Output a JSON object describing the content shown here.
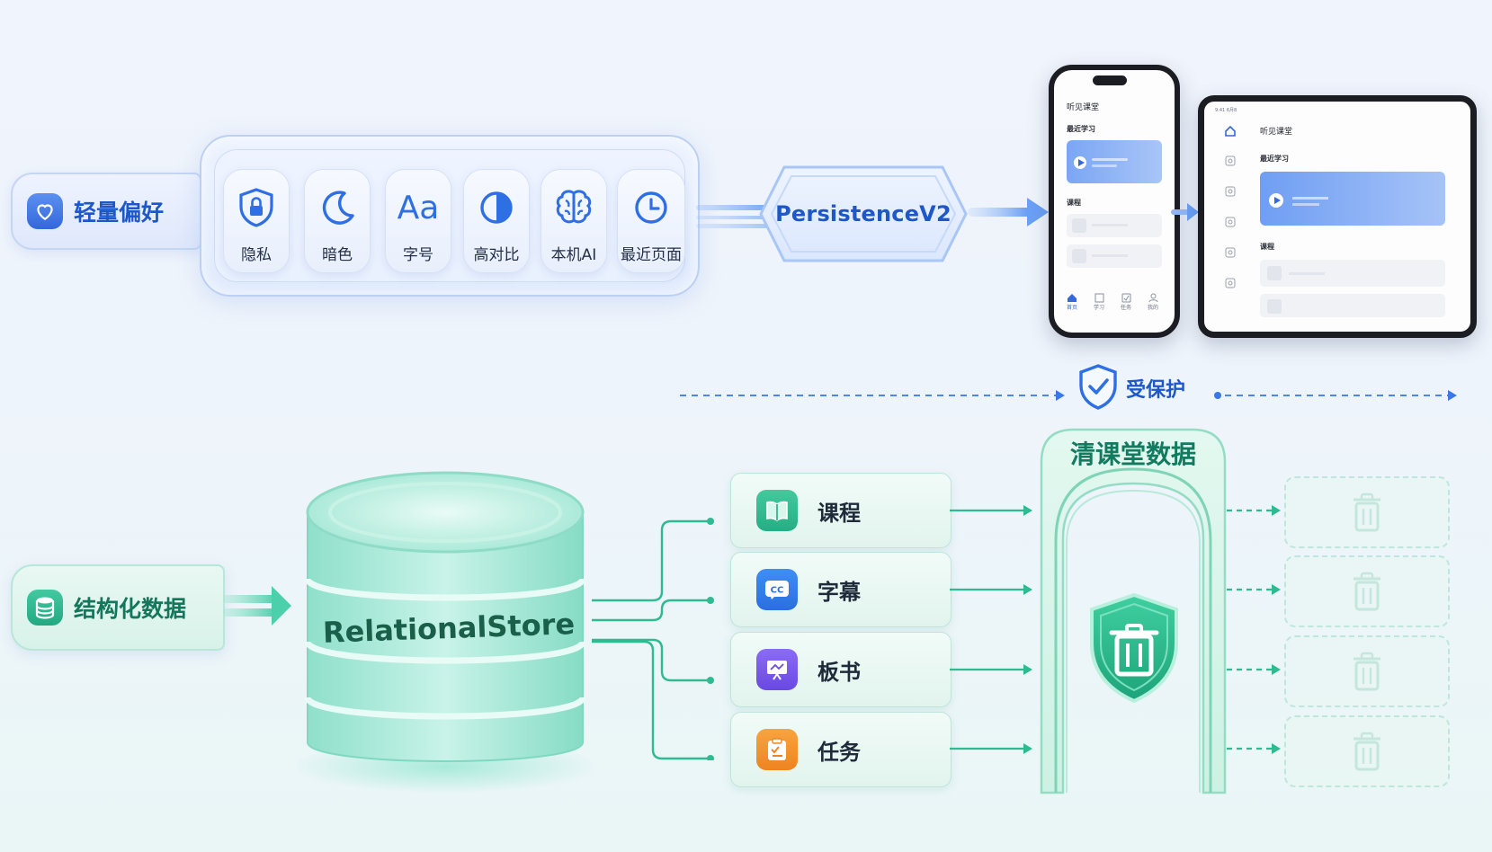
{
  "top": {
    "left_pill": {
      "label": "轻量偏好",
      "icon": "heart-icon"
    },
    "prefs": [
      {
        "label": "隐私",
        "icon": "lock-shield-icon"
      },
      {
        "label": "暗色",
        "icon": "moon-icon"
      },
      {
        "label": "字号",
        "icon": "font-size-icon",
        "glyph": "Aa"
      },
      {
        "label": "高对比",
        "icon": "contrast-icon"
      },
      {
        "label": "本机AI",
        "icon": "brain-icon"
      },
      {
        "label": "最近页面",
        "icon": "clock-icon"
      }
    ],
    "persistence": "PersistenceV2"
  },
  "devices": {
    "phone": {
      "app_title": "听见课堂",
      "recent": "最近学习",
      "courses": "课程",
      "tabs": [
        "首页",
        "学习",
        "任务",
        "我的"
      ]
    },
    "tablet": {
      "status": "9:41 6月8",
      "app_title": "听见课堂",
      "recent": "最近学习",
      "courses": "课程"
    }
  },
  "protect": {
    "label": "受保护",
    "icon": "shield-check-icon"
  },
  "bottom": {
    "left_pill": {
      "label": "结构化数据",
      "icon": "database-icon"
    },
    "store": "RelationalStore",
    "items": [
      {
        "label": "课程",
        "icon": "book-icon",
        "color": "#2fb98a"
      },
      {
        "label": "字幕",
        "icon": "cc-icon",
        "color": "#2f7ef0"
      },
      {
        "label": "板书",
        "icon": "whiteboard-icon",
        "color": "#7a5af0"
      },
      {
        "label": "任务",
        "icon": "clipboard-icon",
        "color": "#f2902b"
      }
    ],
    "gate_title": "清课堂数据",
    "gate_icon": "shield-trash-icon",
    "bins": [
      "trash-icon",
      "trash-icon",
      "trash-icon",
      "trash-icon"
    ]
  },
  "colors": {
    "blue": "#2f6fe4",
    "teal": "#1fb28c",
    "background": "#eef4fb"
  }
}
